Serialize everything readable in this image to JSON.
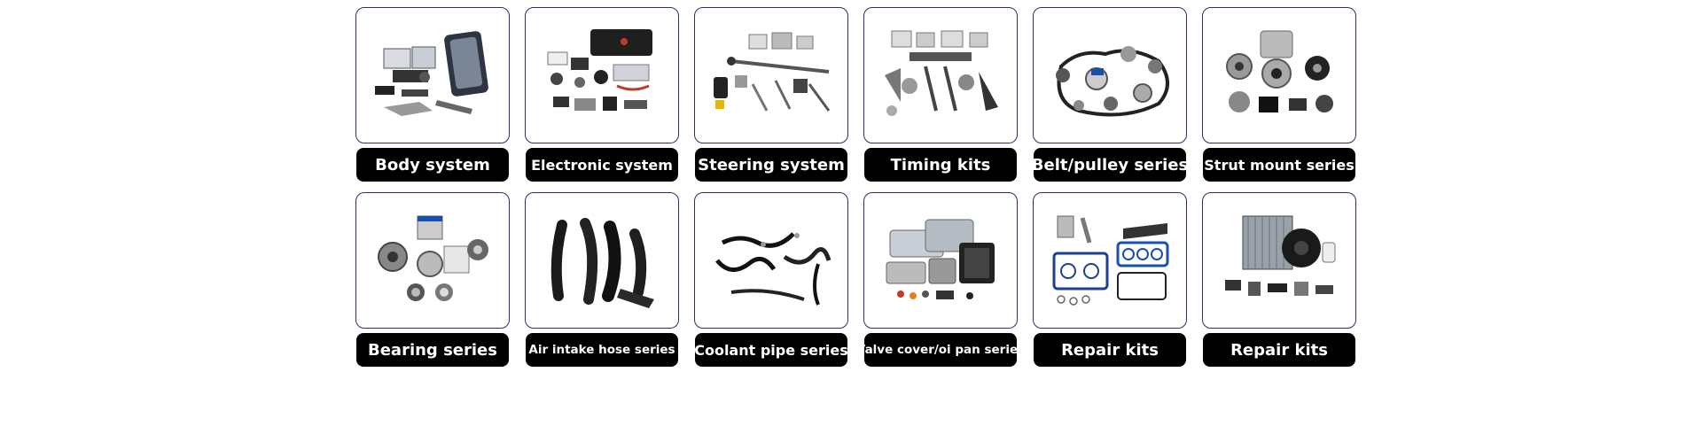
{
  "categories": [
    {
      "label": "Body system",
      "icon": "body-parts-photo-icon"
    },
    {
      "label": "Electronic system",
      "icon": "electronic-parts-photo-icon"
    },
    {
      "label": "Steering system",
      "icon": "steering-parts-photo-icon"
    },
    {
      "label": "Timing kits",
      "icon": "timing-kit-photo-icon"
    },
    {
      "label": "Belt/pulley series",
      "icon": "belt-pulley-photo-icon"
    },
    {
      "label": "Strut mount series",
      "icon": "strut-mount-photo-icon"
    },
    {
      "label": "Bearing series",
      "icon": "bearing-photo-icon"
    },
    {
      "label": "Air intake hose series",
      "icon": "air-intake-hose-photo-icon"
    },
    {
      "label": "Coolant pipe series",
      "icon": "coolant-pipe-photo-icon"
    },
    {
      "label": "Valve cover/oi pan series",
      "icon": "valve-cover-photo-icon"
    },
    {
      "label": "Repair kits",
      "icon": "gasket-kit-photo-icon"
    },
    {
      "label": "Repair kits",
      "icon": "radiator-kit-photo-icon"
    }
  ],
  "colors": {
    "card_border": "#2b2f6b",
    "label_bg": "#000000",
    "label_text": "#ffffff"
  }
}
